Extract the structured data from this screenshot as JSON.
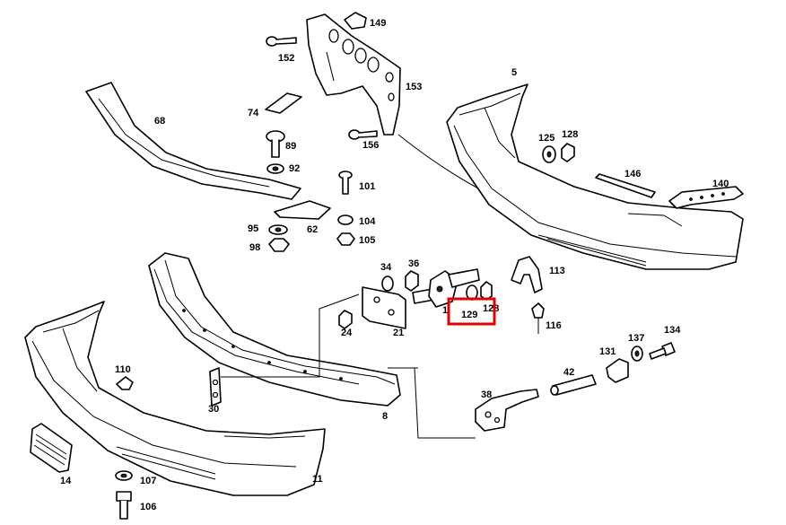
{
  "highlight": {
    "label": "129",
    "color": "#e00000"
  },
  "labels": {
    "p5": "5",
    "p8": "8",
    "p11": "11",
    "p14": "14",
    "p21": "21",
    "p24": "24",
    "p30": "30",
    "p34": "34",
    "p36": "36",
    "p38": "38",
    "p42": "42",
    "p62": "62",
    "p68": "68",
    "p74": "74",
    "p89": "89",
    "p92": "92",
    "p95": "95",
    "p98": "98",
    "p101": "101",
    "p104": "104",
    "p105": "105",
    "p106": "106",
    "p107": "107",
    "p110": "110",
    "p113": "113",
    "p116": "116",
    "p125": "125",
    "p128a": "128",
    "p128b": "128",
    "p129": "129",
    "p131": "131",
    "p134": "134",
    "p137": "137",
    "p140": "140",
    "p146": "146",
    "p149": "149",
    "p152": "152",
    "p153": "153",
    "p156": "156",
    "p1": "1"
  }
}
